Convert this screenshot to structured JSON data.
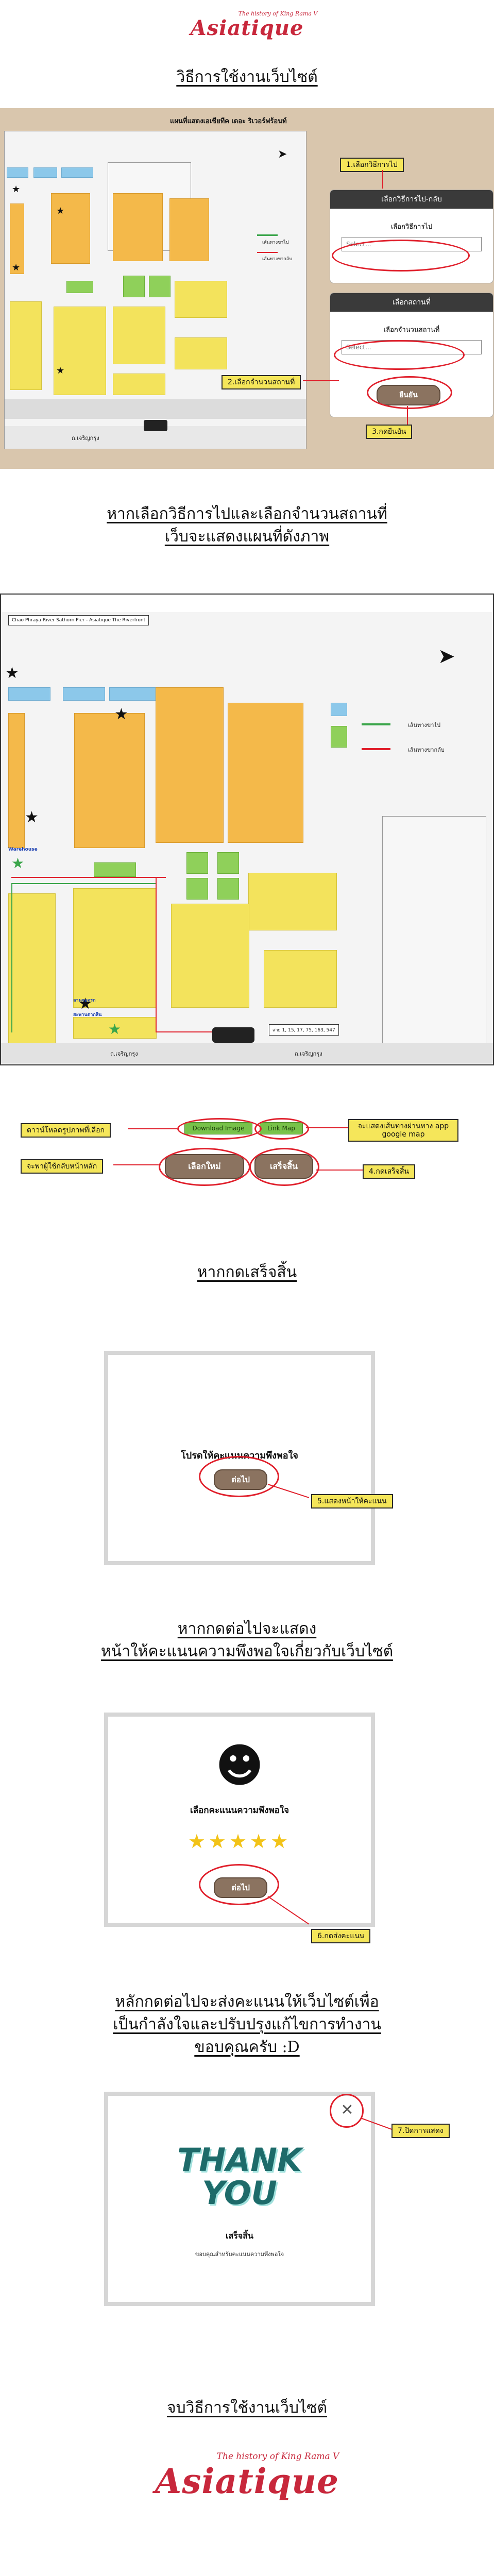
{
  "logo": {
    "script": "Asiatique",
    "tagline": "The history of King Rama V"
  },
  "section1": {
    "title": "วิธีการใช้งานเว็บไซต์",
    "map_header": "แผนที่แสดงเอเชียทีค เดอะ ริเวอร์ฟร้อนท์",
    "dropdown1_header": "เลือกวิธีการไป-กลับ",
    "dropdown1_label": "เลือกวิธีการไป",
    "dropdown1_value": "Select...",
    "dropdown2_header": "เลือกสถานที่",
    "dropdown2_label": "เลือกจำนวนสถานที่",
    "dropdown2_value": "Select...",
    "confirm_label": "ยืนยัน",
    "callout_1": "1.เลือกวิธีการไป",
    "callout_2": "2.เลือกจำนวนสถานที่",
    "callout_3": "3.กดยืนยัน",
    "legend_go": "เส้นทางขาไป",
    "legend_back": "เส้นทางขากลับ",
    "road_label": "ถ.เจริญกรุง"
  },
  "section2": {
    "title_line1": "หากเลือกวิธีการไปและเลือกจำนวนสถานที่",
    "title_line2": "เว็บจะแสดงแผนที่ดังภาพ",
    "map_banner": "Chao Phraya River Sathorn Pier - Asiatique The Riverfront",
    "legend_go": "เส้นทางขาไป",
    "legend_back": "เส้นทางขากลับ",
    "road_label_left": "ถ.เจริญกรุง",
    "road_label_right": "ถ.เจริญกรุง",
    "bus_label": "สาย 1, 15, 17, 75, 163, 547",
    "place_warehouse": "Warehouse",
    "place_a": "ลานจอดรถ",
    "place_b": "สะพานตากสิน",
    "download_label": "Download Image",
    "linkmap_label": "Link Map",
    "new_label": "เลือกใหม่",
    "finish_label": "เสร็จสิ้น",
    "callout_download": "ดาวน์โหลดรูปภาพที่เลือก",
    "callout_linkmap": "จะแสดงเส้นทางผ่านทาง app google map",
    "callout_new": "จะพาผู้ใช้กลับหน้าหลัก",
    "callout_finish": "4.กดเสร็จสิ้น"
  },
  "section3": {
    "title": "หากกดเสร็จสิ้น",
    "modal_text": "โปรดให้คะแนนความพึงพอใจ",
    "continue_label": "ต่อไป",
    "callout": "5.แสดงหน้าให้คะแนน"
  },
  "section4": {
    "title_line1": "หากกดต่อไปจะแสดง",
    "title_line2": "หน้าให้คะแนนความพึงพอใจเกี่ยวกับเว็บไซต์",
    "modal_text": "เลือกคะแนนความพึงพอใจ",
    "stars": "★★★★★",
    "face": "☻",
    "continue_label": "ต่อไป",
    "callout": "6.กดส่งคะแนน"
  },
  "section5": {
    "title_line1": "หลักกดต่อไปจะส่งคะแนนให้เว็บไซต์เพื่อ",
    "title_line2": "เป็นกำลังใจและปรับปรุงแก้ไขการทำงาน",
    "title_line3": "ขอบคุณครับ :D",
    "thank": "THANK",
    "you": "YOU",
    "done_text": "เสร็จสิ้น",
    "sub_text": "ขอบคุณสำหรับคะแนนความพึงพอใจ",
    "close_glyph": "✕",
    "callout": "7.ปิดการแสดง"
  },
  "end": {
    "title": "จบวิธีการใช้งานเว็บไซต์"
  },
  "colors": {
    "accent": "#e0202c",
    "callout": "#f5e65a",
    "brown": "#8b7360",
    "brand": "#c8283c"
  }
}
